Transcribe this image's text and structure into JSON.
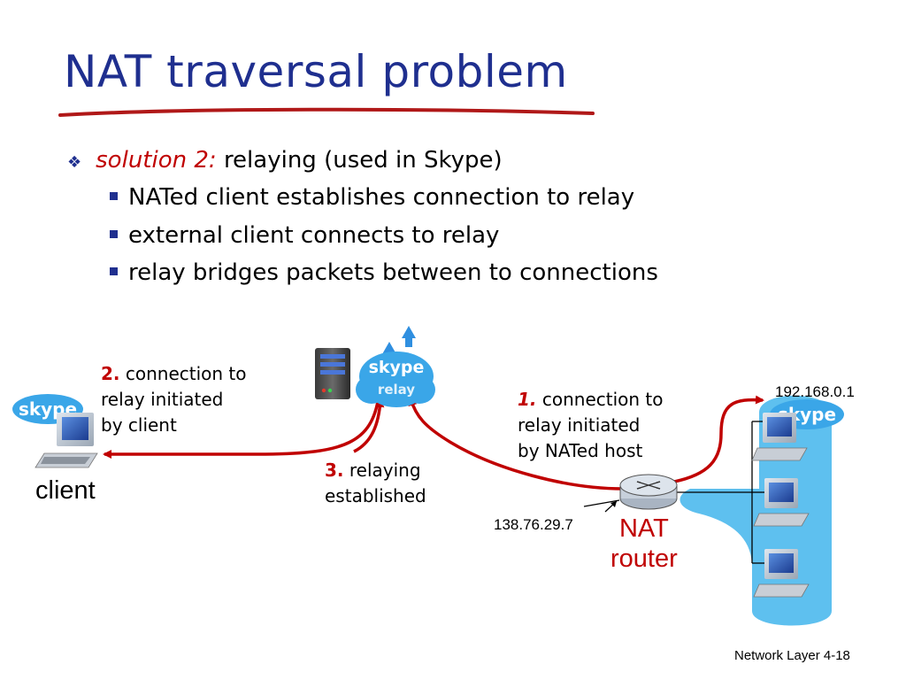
{
  "title": "NAT traversal problem",
  "bullets": {
    "main_prefix": "solution 2:",
    "main_text": "relaying (used in Skype)",
    "subs": [
      "NATed client establishes connection to relay",
      "external client connects to relay",
      "relay bridges packets between to connections"
    ]
  },
  "labels": {
    "step2_num": "2.",
    "step2_l1": "connection to",
    "step2_l2": "relay initiated",
    "step2_l3": "by client",
    "step1_num": "1.",
    "step1_l1": "connection to",
    "step1_l2": "relay initiated",
    "step1_l3": "by NATed host",
    "step3_num": "3.",
    "step3_l1": "relaying",
    "step3_l2": "established",
    "client": "client",
    "nat_l1": "NAT",
    "nat_l2": "router",
    "ip_private": "192.168.0.1",
    "ip_public": "138.76.29.7",
    "skype_text": "skype",
    "relay_text": "relay"
  },
  "footer": {
    "text": "Network Layer",
    "page": "4-18"
  },
  "colors": {
    "title": "#1f2f8f",
    "accent": "#c00000",
    "lan": "#5ec0ef",
    "skype": "#3aa6e8"
  }
}
